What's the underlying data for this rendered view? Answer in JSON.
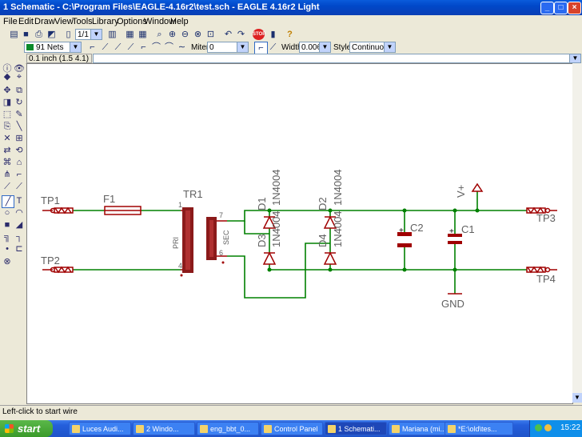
{
  "window": {
    "title": "1 Schematic - C:\\Program Files\\EAGLE-4.16r2\\test.sch - EAGLE 4.16r2 Light"
  },
  "menu": [
    "File",
    "Edit",
    "Draw",
    "View",
    "Tools",
    "Library",
    "Options",
    "Window",
    "Help"
  ],
  "toolbar1": {
    "sheet_value": "1/1"
  },
  "toolbar2": {
    "layer_value": "91 Nets",
    "miter_label": "Miter:",
    "miter_value": "0",
    "width_label": "Width:",
    "width_value": "0.006",
    "style_label": "Style:",
    "style_value": "Continuous"
  },
  "coord_display": "0.1 inch (1.5 4.1)",
  "command_line": "",
  "status": "Left-click to start wire",
  "schematic": {
    "labels": {
      "tp1": "TP1",
      "tp2": "TP2",
      "tp3": "TP3",
      "tp4": "TP4",
      "f1": "F1",
      "tr1": "TR1",
      "pri": "PRI",
      "sec": "SEC",
      "pin1": "1",
      "pin4": "4",
      "pin7": "7",
      "pin6": "6",
      "d1": "D1",
      "d2": "D2",
      "d3": "D3",
      "d4": "D4",
      "d1_value": "1N4004",
      "d2_value": "1N4004",
      "d3_value": "1N4004",
      "d4_value": "1N4004",
      "c1": "C1",
      "c2": "C2",
      "vplus": "V+",
      "gnd": "GND"
    }
  },
  "taskbar": {
    "start": "start",
    "tasks": [
      "Luces Audi...",
      "2 Windo...",
      "eng_bbt_0...",
      "Control Panel",
      "1 Schemati...",
      "Mariana (mi...",
      "*E:\\old\\tes..."
    ],
    "clock": "15:22"
  }
}
